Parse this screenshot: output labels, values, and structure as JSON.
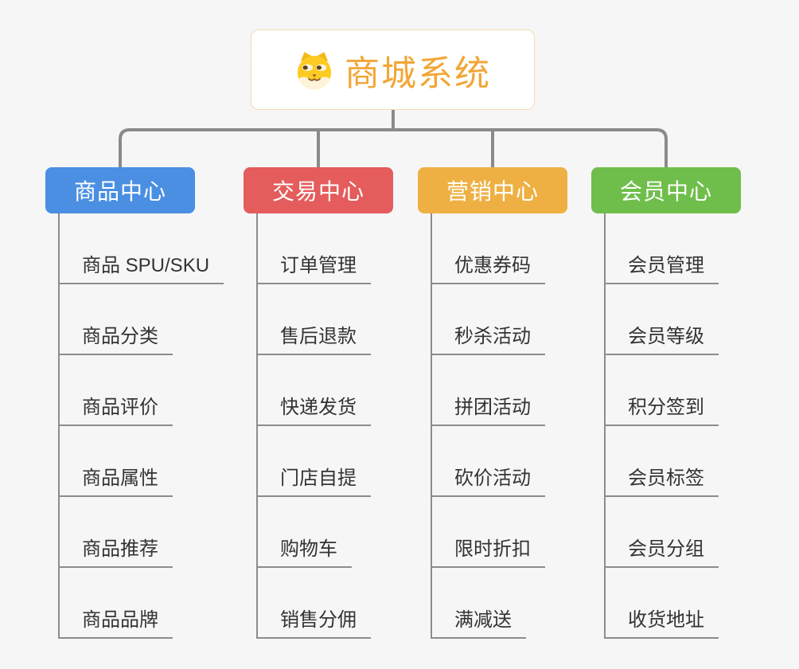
{
  "root": {
    "label": "商城系统",
    "text_color": "#f2a636",
    "border_color": "#ecb264",
    "icon": "doge-icon"
  },
  "branches": [
    {
      "label": "商品中心",
      "color": "#4a8fe2",
      "items": [
        "商品 SPU/SKU",
        "商品分类",
        "商品评价",
        "商品属性",
        "商品推荐",
        "商品品牌"
      ]
    },
    {
      "label": "交易中心",
      "color": "#e45c5c",
      "items": [
        "订单管理",
        "售后退款",
        "快递发货",
        "门店自提",
        "购物车",
        "销售分佣"
      ]
    },
    {
      "label": "营销中心",
      "color": "#eeb043",
      "items": [
        "优惠券码",
        "秒杀活动",
        "拼团活动",
        "砍价活动",
        "限时折扣",
        "满减送"
      ]
    },
    {
      "label": "会员中心",
      "color": "#6fbe4b",
      "items": [
        "会员管理",
        "会员等级",
        "积分签到",
        "会员标签",
        "会员分组",
        "收货地址"
      ]
    }
  ],
  "colors": {
    "background": "#f6f6f6",
    "connector": "#8a8a8a",
    "leaf_line": "#8c8c8c",
    "item_text": "#333333"
  }
}
